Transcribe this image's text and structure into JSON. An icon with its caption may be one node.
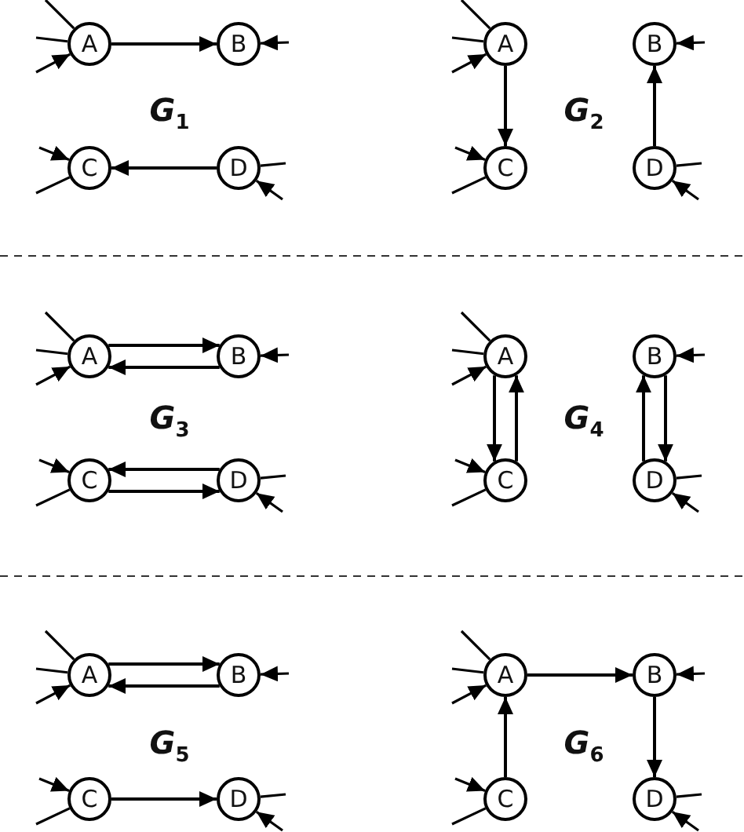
{
  "diagram": {
    "nodes": [
      {
        "text": [
          "A"
        ]
      },
      {
        "text": [
          "B"
        ]
      },
      {
        "text": [
          "C"
        ]
      },
      {
        "text": [
          "D"
        ]
      },
      {
        "text": [
          "A"
        ]
      },
      {
        "text": [
          "B"
        ]
      },
      {
        "text": [
          "C"
        ]
      },
      {
        "text": [
          "D"
        ]
      },
      {
        "text": [
          "A"
        ]
      },
      {
        "text": [
          "B"
        ]
      },
      {
        "text": [
          "C"
        ]
      },
      {
        "text": [
          "D"
        ]
      },
      {
        "text": [
          "A"
        ]
      },
      {
        "text": [
          "B"
        ]
      },
      {
        "text": [
          "C"
        ]
      },
      {
        "text": [
          "D"
        ]
      },
      {
        "text": [
          "A"
        ]
      },
      {
        "text": [
          "B"
        ]
      },
      {
        "text": [
          "C"
        ]
      },
      {
        "text": [
          "D"
        ]
      },
      {
        "text": [
          "A"
        ]
      },
      {
        "text": [
          "B"
        ]
      },
      {
        "text": [
          "C"
        ]
      },
      {
        "text": [
          "D"
        ]
      }
    ],
    "edges": [
      {
        "from": 0,
        "to": 1,
        "arrow": "to"
      },
      {
        "from": 3,
        "to": 2,
        "arrow": "to"
      },
      {
        "from": 4,
        "to": 6,
        "arrow": "to"
      },
      {
        "from": 7,
        "to": 5,
        "arrow": "to"
      },
      {
        "from": 8,
        "to": 9,
        "arrow": "to"
      },
      {
        "from": 9,
        "to": 8,
        "arrow": "to"
      },
      {
        "from": 11,
        "to": 10,
        "arrow": "to"
      },
      {
        "from": 10,
        "to": 11,
        "arrow": "to"
      },
      {
        "from": 12,
        "to": 14,
        "arrow": "to"
      },
      {
        "from": 14,
        "to": 12,
        "arrow": "to"
      },
      {
        "from": 15,
        "to": 13,
        "arrow": "to"
      },
      {
        "from": 13,
        "to": 15,
        "arrow": "to"
      },
      {
        "from": 16,
        "to": 17,
        "arrow": "to"
      },
      {
        "from": 17,
        "to": 16,
        "arrow": "to"
      },
      {
        "from": 18,
        "to": 19,
        "arrow": "to"
      },
      {
        "from": 20,
        "to": 21,
        "arrow": "to"
      },
      {
        "from": 22,
        "to": 20,
        "arrow": "to"
      },
      {
        "from": 21,
        "to": 23,
        "arrow": "to"
      },
      {
        "from": 0,
        "to": null,
        "arrow": "none"
      },
      {
        "from": 0,
        "to": null,
        "arrow": "none"
      },
      {
        "from": null,
        "to": 0,
        "arrow": "to"
      },
      {
        "from": null,
        "to": 1,
        "arrow": "to"
      },
      {
        "from": null,
        "to": 2,
        "arrow": "to"
      },
      {
        "from": 2,
        "to": null,
        "arrow": "none"
      },
      {
        "from": 3,
        "to": null,
        "arrow": "none"
      },
      {
        "from": null,
        "to": 3,
        "arrow": "to"
      },
      {
        "from": 4,
        "to": null,
        "arrow": "none"
      },
      {
        "from": 4,
        "to": null,
        "arrow": "none"
      },
      {
        "from": null,
        "to": 4,
        "arrow": "to"
      },
      {
        "from": null,
        "to": 5,
        "arrow": "to"
      },
      {
        "from": null,
        "to": 6,
        "arrow": "to"
      },
      {
        "from": 6,
        "to": null,
        "arrow": "none"
      },
      {
        "from": 7,
        "to": null,
        "arrow": "none"
      },
      {
        "from": null,
        "to": 7,
        "arrow": "to"
      },
      {
        "from": 8,
        "to": null,
        "arrow": "none"
      },
      {
        "from": 8,
        "to": null,
        "arrow": "none"
      },
      {
        "from": null,
        "to": 8,
        "arrow": "to"
      },
      {
        "from": null,
        "to": 9,
        "arrow": "to"
      },
      {
        "from": null,
        "to": 10,
        "arrow": "to"
      },
      {
        "from": 10,
        "to": null,
        "arrow": "none"
      },
      {
        "from": 11,
        "to": null,
        "arrow": "none"
      },
      {
        "from": null,
        "to": 11,
        "arrow": "to"
      },
      {
        "from": 12,
        "to": null,
        "arrow": "none"
      },
      {
        "from": 12,
        "to": null,
        "arrow": "none"
      },
      {
        "from": null,
        "to": 12,
        "arrow": "to"
      },
      {
        "from": null,
        "to": 13,
        "arrow": "to"
      },
      {
        "from": null,
        "to": 14,
        "arrow": "to"
      },
      {
        "from": 14,
        "to": null,
        "arrow": "none"
      },
      {
        "from": 15,
        "to": null,
        "arrow": "none"
      },
      {
        "from": null,
        "to": 15,
        "arrow": "to"
      },
      {
        "from": 16,
        "to": null,
        "arrow": "none"
      },
      {
        "from": 16,
        "to": null,
        "arrow": "none"
      },
      {
        "from": null,
        "to": 16,
        "arrow": "to"
      },
      {
        "from": null,
        "to": 17,
        "arrow": "to"
      },
      {
        "from": null,
        "to": 18,
        "arrow": "to"
      },
      {
        "from": 18,
        "to": null,
        "arrow": "none"
      },
      {
        "from": 19,
        "to": null,
        "arrow": "none"
      },
      {
        "from": null,
        "to": 19,
        "arrow": "to"
      },
      {
        "from": 20,
        "to": null,
        "arrow": "none"
      },
      {
        "from": 20,
        "to": null,
        "arrow": "none"
      },
      {
        "from": null,
        "to": 20,
        "arrow": "to"
      },
      {
        "from": null,
        "to": 21,
        "arrow": "to"
      },
      {
        "from": null,
        "to": 22,
        "arrow": "to"
      },
      {
        "from": 22,
        "to": null,
        "arrow": "none"
      },
      {
        "from": 23,
        "to": null,
        "arrow": "none"
      },
      {
        "from": null,
        "to": 23,
        "arrow": "to"
      }
    ],
    "labels": [
      "G$_{1}$",
      "G$_{2}$",
      "G$_{3}$",
      "G$_{4}$",
      "G$_{5}$",
      "G$_{6}$"
    ]
  }
}
